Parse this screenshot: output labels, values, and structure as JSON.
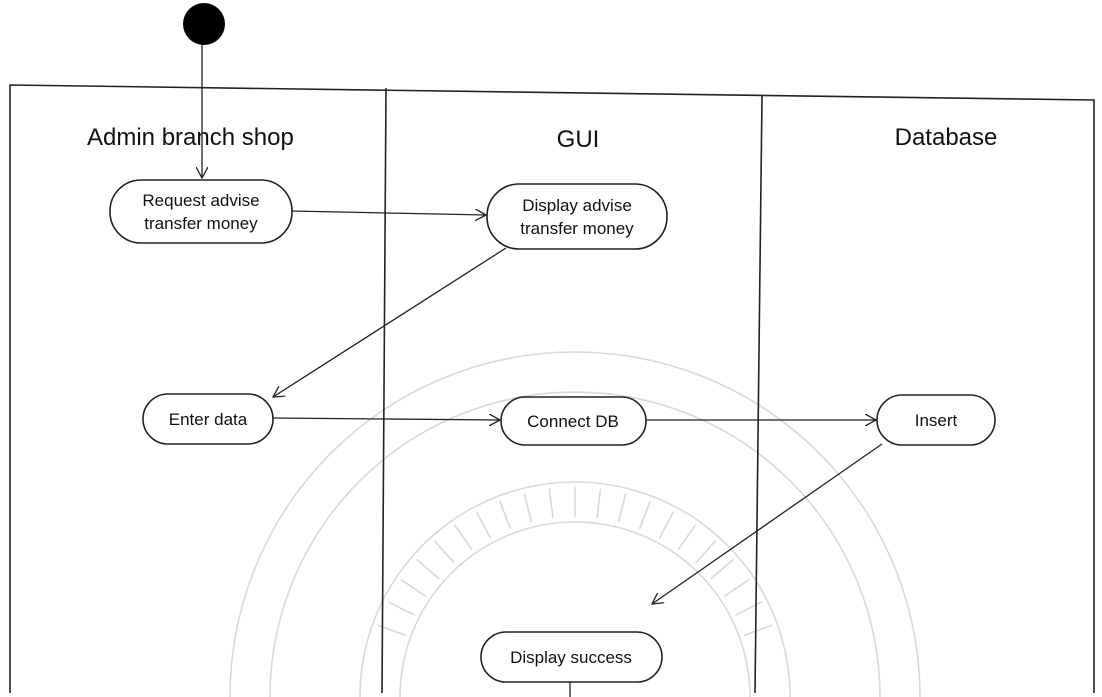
{
  "swimlanes": [
    {
      "id": "admin",
      "title": "Admin branch shop"
    },
    {
      "id": "gui",
      "title": "GUI"
    },
    {
      "id": "database",
      "title": "Database"
    }
  ],
  "nodes": [
    {
      "id": "request",
      "lines": [
        "Request advise",
        "transfer money"
      ]
    },
    {
      "id": "display_advise",
      "lines": [
        "Display advise",
        "transfer money"
      ]
    },
    {
      "id": "enter_data",
      "lines": [
        "Enter data"
      ]
    },
    {
      "id": "connect_db",
      "lines": [
        "Connect DB"
      ]
    },
    {
      "id": "insert",
      "lines": [
        "Insert"
      ]
    },
    {
      "id": "display_success",
      "lines": [
        "Display success"
      ]
    }
  ],
  "edges": [
    {
      "from": "start",
      "to": "request"
    },
    {
      "from": "request",
      "to": "display_advise"
    },
    {
      "from": "display_advise",
      "to": "enter_data"
    },
    {
      "from": "enter_data",
      "to": "connect_db"
    },
    {
      "from": "connect_db",
      "to": "insert"
    },
    {
      "from": "insert",
      "to": "display_success"
    }
  ],
  "colors": {
    "line": "#222222",
    "watermark": "#d9d9d9",
    "start_node": "#000000"
  }
}
